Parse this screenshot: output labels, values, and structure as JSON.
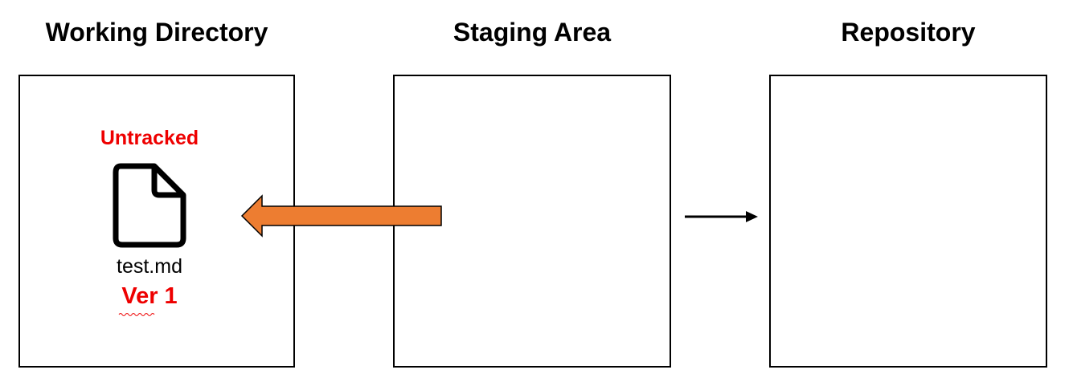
{
  "areas": [
    {
      "title": "Working Directory"
    },
    {
      "title": "Staging Area"
    },
    {
      "title": "Repository"
    }
  ],
  "file": {
    "status": "Untracked",
    "name": "test.md",
    "version": "Ver 1",
    "icon": "file-icon"
  },
  "colors": {
    "status_text": "#ee0000",
    "version_text": "#ee0000",
    "restore_arrow_fill": "#ed7d31",
    "restore_arrow_stroke": "#000000",
    "commit_arrow": "#000000",
    "border": "#000000"
  },
  "arrows": [
    {
      "from": "Staging Area",
      "to": "Working Directory",
      "style": "block",
      "color": "orange"
    },
    {
      "from": "Staging Area",
      "to": "Repository",
      "style": "line",
      "color": "black"
    }
  ]
}
